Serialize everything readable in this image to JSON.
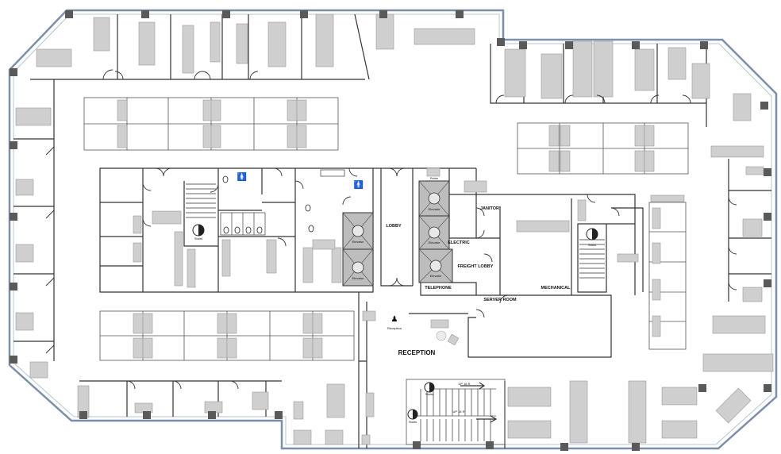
{
  "plan": {
    "rooms": {
      "lobby": "LOBBY",
      "electric": "ELECTRIC",
      "janitor": "JANITOR",
      "freight_lobby": "FREIGHT LOBBY",
      "mechanical": "MECHANICAL",
      "telephone": "TELEPHONE",
      "server_room": "SERVER ROOM",
      "reception": "RECEPTION"
    },
    "small_labels": {
      "reception_desk": "Reception",
      "stairs": "Stairs",
      "elevator": "Elevator",
      "printer": "Printer",
      "up_a": "UP 18 R",
      "up_b": "UP 18 R"
    }
  }
}
